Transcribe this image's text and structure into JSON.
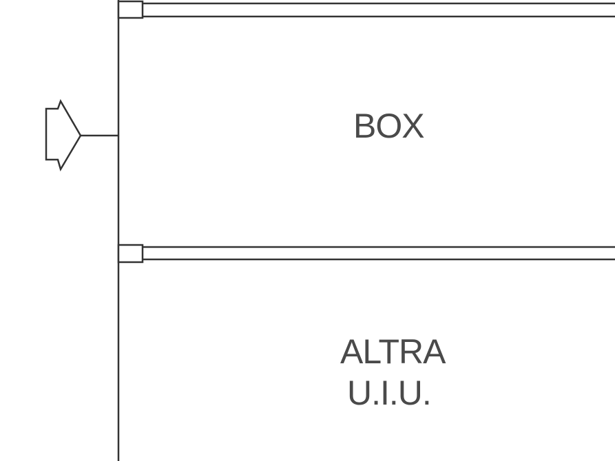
{
  "labels": {
    "box": "BOX",
    "altra_line1": "ALTRA",
    "altra_line2": "U.I.U."
  },
  "colors": {
    "line": "#333333",
    "text": "#4a4a4a",
    "background": "#ffffff"
  },
  "icons": [
    "entrance-arrow-icon",
    "wall-stub-icon"
  ]
}
